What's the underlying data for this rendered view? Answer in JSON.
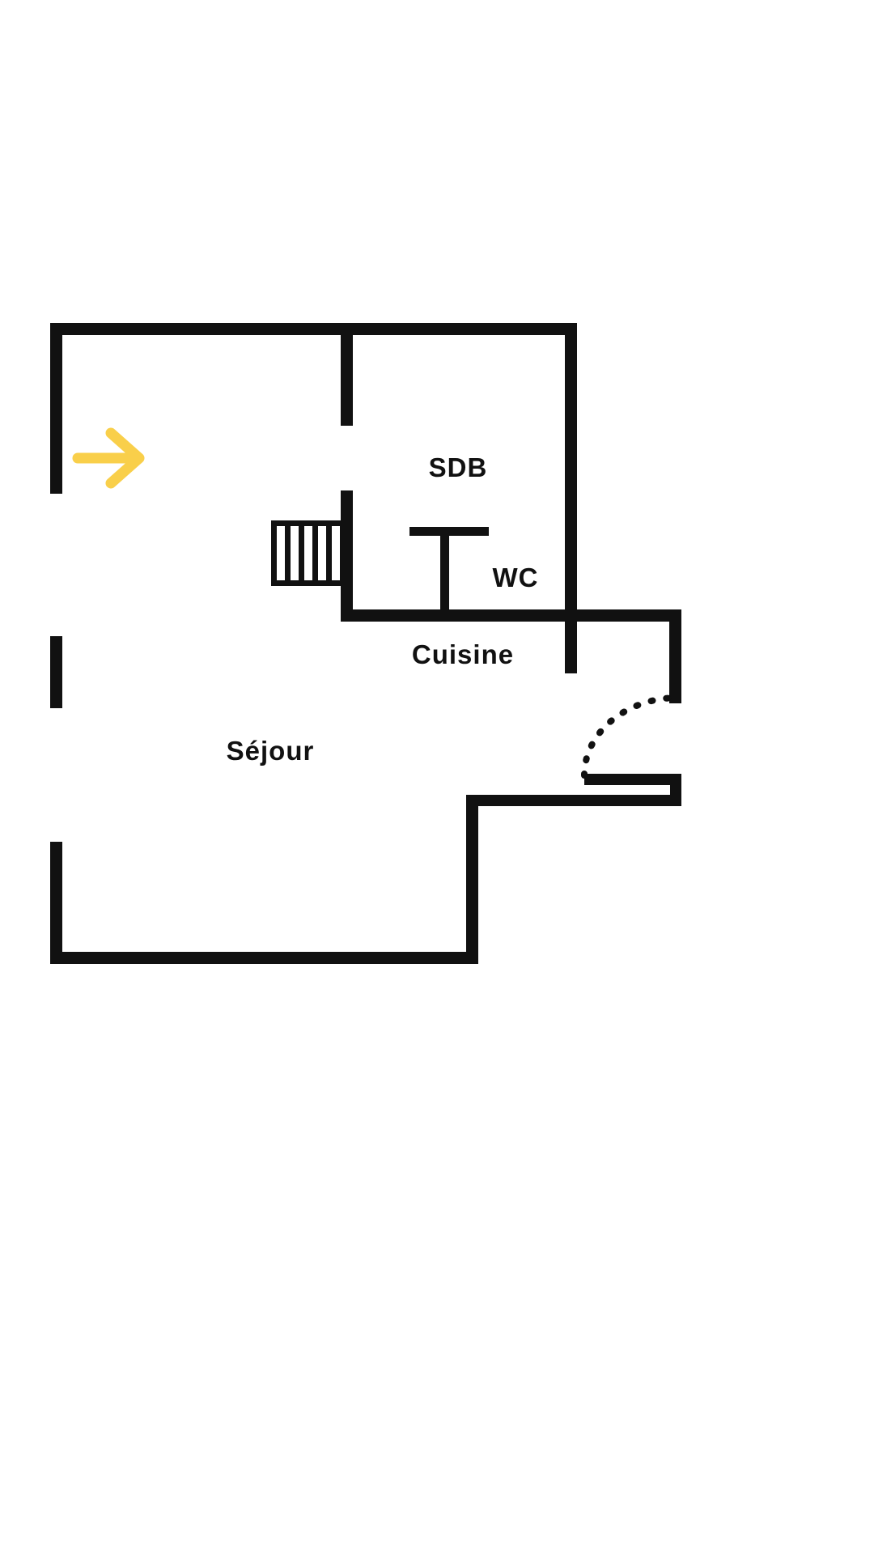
{
  "floorplan": {
    "rooms": {
      "sdb": "SDB",
      "wc": "WC",
      "cuisine": "Cuisine",
      "sejour": "Séjour"
    },
    "colors": {
      "wall": "#111111",
      "arrow": "#f9cf4a",
      "background": "#ffffff"
    },
    "icons": {
      "entry_marker": "arrow-right-icon",
      "door_swing": "door-swing-arc"
    }
  }
}
